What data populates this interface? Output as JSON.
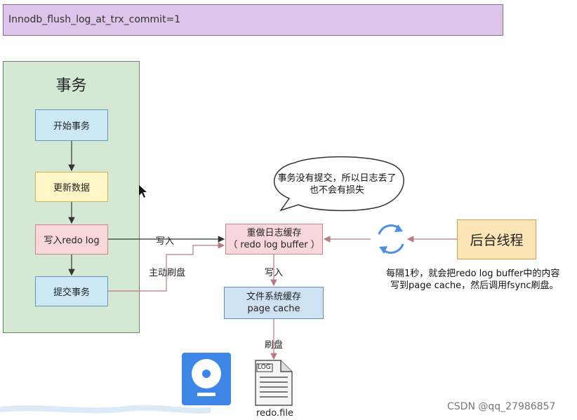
{
  "banner": {
    "text": "Innodb_flush_log_at_trx_commit=1"
  },
  "transaction_panel": {
    "title": "事务",
    "steps": {
      "begin": "开始事务",
      "update": "更新数据",
      "write_redo": "写入redo log",
      "commit": "提交事务"
    }
  },
  "redo_buffer": {
    "line1": "重做日志缓存",
    "line2": "（ redo log buffer ）"
  },
  "page_cache": {
    "line1": "文件系统缓存",
    "line2": "page cache"
  },
  "bubble": {
    "line1": "事务没有提交，所以日志丢了",
    "line2": "也不会有损失"
  },
  "background_thread": {
    "label": "后台线程"
  },
  "thread_note": {
    "line1": "每隔1秒，就会把redo log buffer中的内容",
    "line2": "写到page cache，然后调用fsync刷盘。"
  },
  "arrows": {
    "write_in": "写入",
    "active_flush": "主动刷盘",
    "write_to_cache": "写入",
    "flush_disk": "刷盘"
  },
  "files": {
    "log_tag": "LOG",
    "file_name": "redo.file"
  },
  "watermark": {
    "text": "CSDN @qq_27986857"
  },
  "icons": [
    "disk-icon",
    "log-file-icon",
    "sync-cycle-icon",
    "mouse-cursor-icon"
  ],
  "colors": {
    "banner": "#dcc5e8",
    "panel": "#d5e8d4",
    "step_blue": "#cce8f4",
    "step_yellow": "#fff6c8",
    "step_pink": "#f8d7da",
    "page_cache": "#cfe2f3",
    "background_thread": "#fbe5b6",
    "disk": "#3d86e6",
    "arrow_dark": "#333333",
    "arrow_pink": "#b97a82"
  }
}
